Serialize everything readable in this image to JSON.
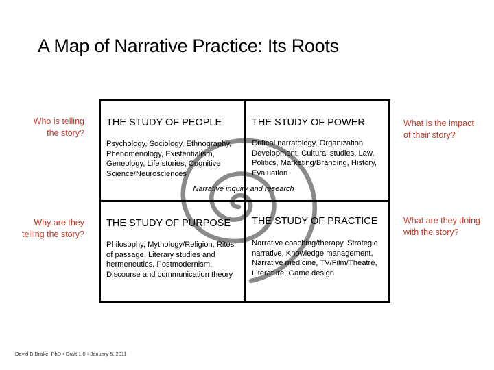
{
  "title": "A Map of Narrative Practice: Its Roots",
  "questions": {
    "top_left": "Who is telling the story?",
    "bottom_left": "Why are they telling the story?",
    "top_right": "What is the impact of their story?",
    "bottom_right": "What are they doing with the story?"
  },
  "quadrants": {
    "people": {
      "title": "THE STUDY OF PEOPLE",
      "body": "Psychology, Sociology, Ethnography, Phenomenology, Existentialism, Geneology, Life stories, Cognitive Science/Neurosciences"
    },
    "power": {
      "title": "THE STUDY OF POWER",
      "body": "Critical narratology, Organization Development, Cultural studies, Law, Politics, Marketing/Branding, History, Evaluation"
    },
    "purpose": {
      "title": "THE STUDY OF PURPOSE",
      "body": "Philosophy, Mythology/Religion, Rites of passage, Literary studies and hermeneutics, Postmodernism, Discourse and communication theory"
    },
    "practice": {
      "title": "THE STUDY OF PRACTICE",
      "body": "Narrative coaching/therapy, Strategic narrative, Knowledge management, Narrative medicine, TV/Film/Theatre, Literature, Game design"
    }
  },
  "center_label": "Narrative inquiry and research",
  "footer": "David B Drake, PhD  •  Draft 1.0  •  January 5, 2011",
  "colors": {
    "question_text": "#c0392b",
    "spiral": "#8a8a8a"
  }
}
